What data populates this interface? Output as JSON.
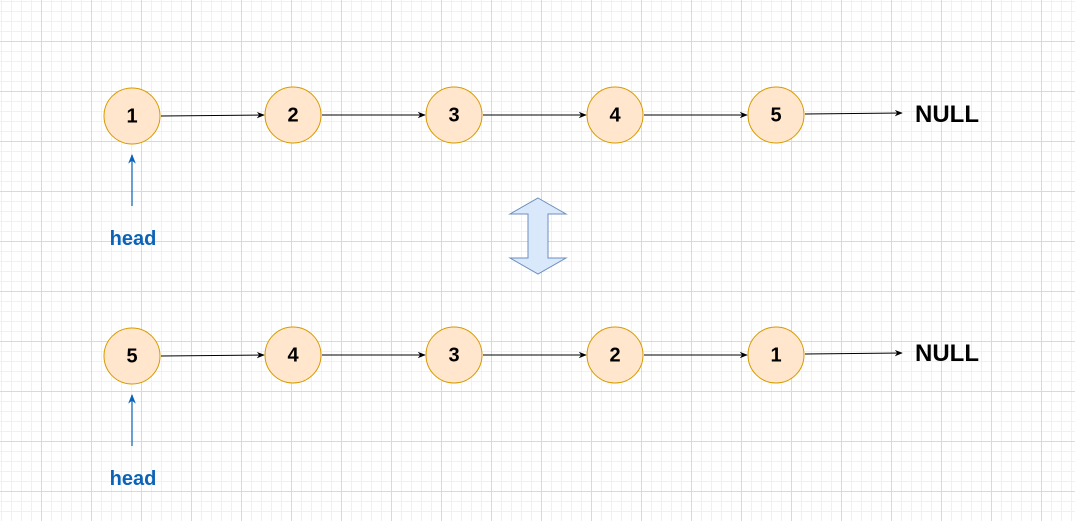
{
  "diagram": {
    "original_list": {
      "nodes": [
        "1",
        "2",
        "3",
        "4",
        "5"
      ],
      "terminator": "NULL",
      "pointer_label": "head"
    },
    "reversed_list": {
      "nodes": [
        "5",
        "4",
        "3",
        "2",
        "1"
      ],
      "terminator": "NULL",
      "pointer_label": "head"
    }
  },
  "colors": {
    "node_fill": "#ffe6cc",
    "node_stroke": "#d79b00",
    "pointer": "#0b63b8",
    "swap_arrow_fill": "#dae8fc",
    "swap_arrow_stroke": "#6c8ebf"
  }
}
